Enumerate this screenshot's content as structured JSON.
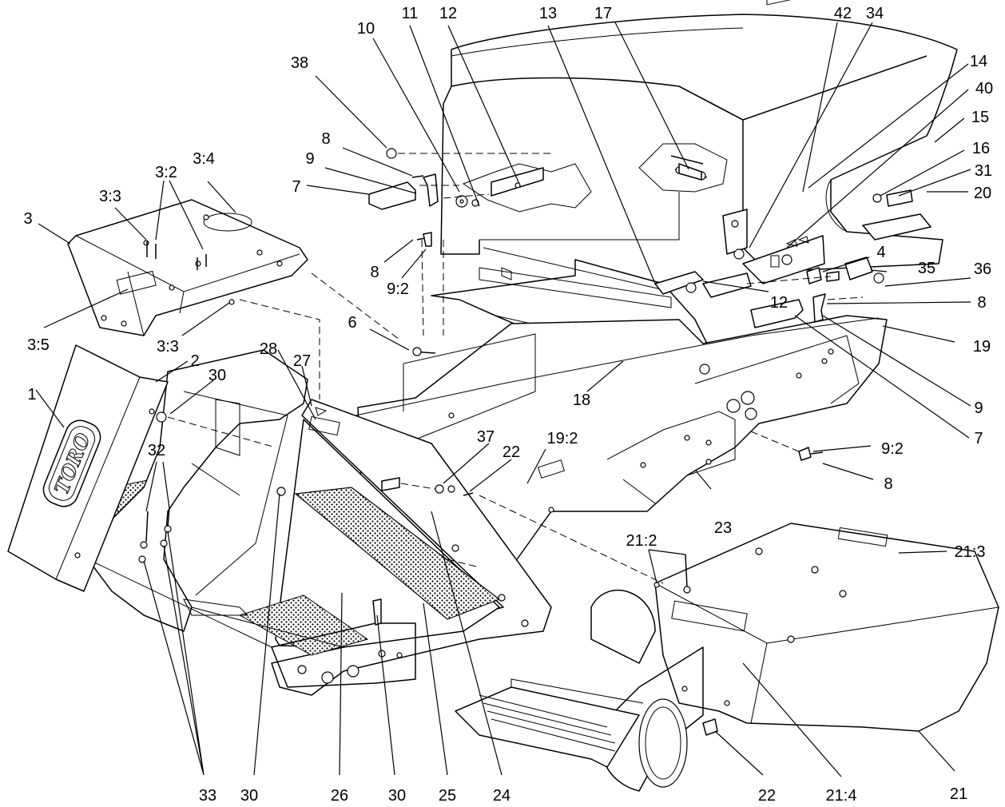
{
  "brand": {
    "logo_text": "TORO"
  },
  "callouts": [
    "38",
    "10",
    "11",
    "12",
    "13",
    "17",
    "42",
    "34",
    "14",
    "40",
    "15",
    "16",
    "31",
    "20",
    "8",
    "9",
    "7",
    "8",
    "9:2",
    "3:3",
    "3:2",
    "3:4",
    "3",
    "3:3",
    "3:5",
    "6",
    "4",
    "35",
    "36",
    "12",
    "8",
    "19",
    "9",
    "1",
    "2",
    "30",
    "28",
    "27",
    "18",
    "7",
    "9:2",
    "8",
    "37",
    "22",
    "19:2",
    "32",
    "23",
    "21:2",
    "21:3",
    "33",
    "30",
    "26",
    "30",
    "25",
    "24",
    "22",
    "21:4",
    "21"
  ]
}
